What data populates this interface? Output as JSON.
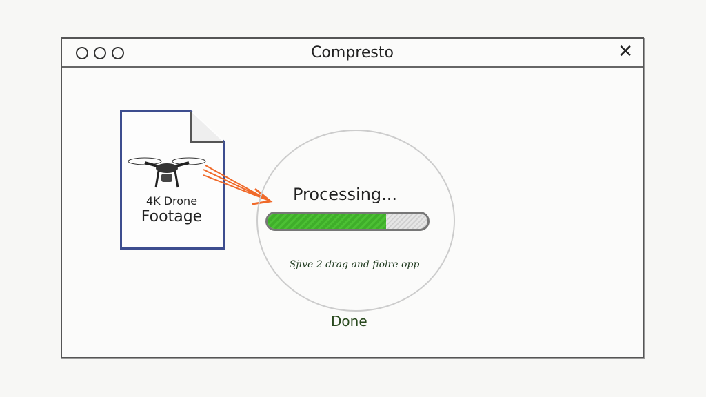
{
  "window": {
    "title": "Compresto"
  },
  "file": {
    "line1": "4K Drone",
    "line2": "Footage",
    "icon": "drone-icon"
  },
  "processing": {
    "label": "Processing...",
    "progress_percent": 74,
    "note": "Sjive 2 drag and fiolre opp",
    "done_label": "Done"
  },
  "colors": {
    "progress": "#43b52e",
    "file_border": "#3d4d8f",
    "arrow": "#f06a2a"
  }
}
